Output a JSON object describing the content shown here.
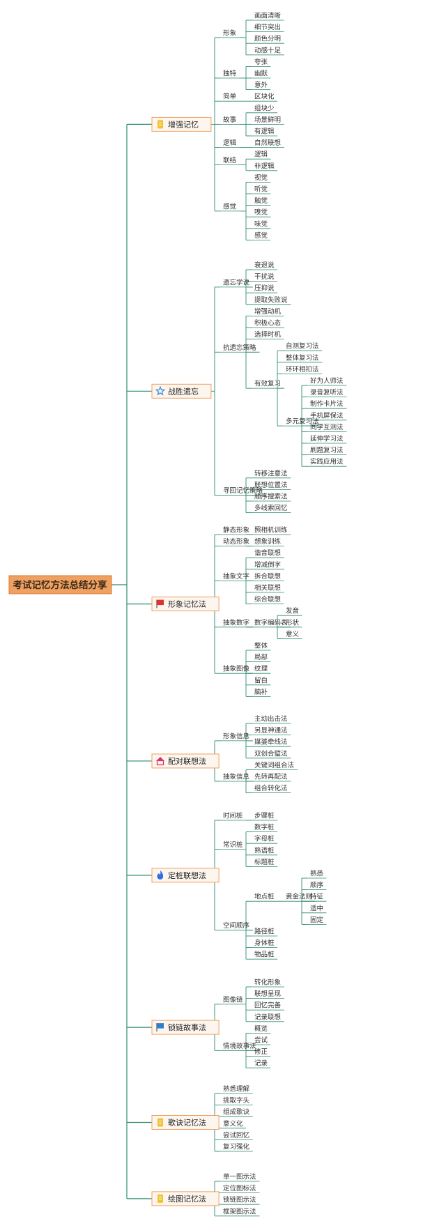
{
  "root": {
    "label": "考试记忆方法总结分享"
  },
  "colors": {
    "line": "#2e8b74",
    "root_fill": "#f0a060",
    "root_border": "#d97a30",
    "branch_fill": "#fdf6ee",
    "branch_border": "#f0a060",
    "text": "#333333"
  },
  "branches": [
    {
      "label": "增强记忆",
      "icon": "pencil-icon",
      "icon_color": "#f2c230",
      "children": [
        {
          "label": "形象",
          "children": [
            {
              "label": "画面清晰"
            },
            {
              "label": "细节突出"
            },
            {
              "label": "颜色分明"
            },
            {
              "label": "动感十足"
            }
          ]
        },
        {
          "label": "独特",
          "children": [
            {
              "label": "夸张"
            },
            {
              "label": "幽默"
            },
            {
              "label": "意外"
            }
          ]
        },
        {
          "label": "简单",
          "children": [
            {
              "label": "区块化"
            }
          ]
        },
        {
          "label": "故事",
          "children": [
            {
              "label": "组块少"
            },
            {
              "label": "场景鲜明"
            },
            {
              "label": "有逻辑"
            }
          ]
        },
        {
          "label": "逻辑",
          "children": [
            {
              "label": "自然联想"
            }
          ]
        },
        {
          "label": "联结",
          "children": [
            {
              "label": "逻辑"
            },
            {
              "label": "非逻辑"
            }
          ]
        },
        {
          "label": "感觉",
          "children": [
            {
              "label": "视觉"
            },
            {
              "label": "听觉"
            },
            {
              "label": "触觉"
            },
            {
              "label": "嗅觉"
            },
            {
              "label": "味觉"
            },
            {
              "label": "感觉"
            }
          ]
        }
      ]
    },
    {
      "label": "战胜遗忘",
      "icon": "star-icon",
      "icon_color": "#3b8fe0",
      "children": [
        {
          "label": "遗忘学说",
          "children": [
            {
              "label": "衰退说"
            },
            {
              "label": "干扰说"
            },
            {
              "label": "压抑说"
            },
            {
              "label": "提取失败说"
            }
          ]
        },
        {
          "label": "抗遗忘策略",
          "children": [
            {
              "label": "增强动机"
            },
            {
              "label": "积极心态"
            },
            {
              "label": "选择时机"
            },
            {
              "label": "有效复习",
              "children": [
                {
                  "label": "自测复习法"
                },
                {
                  "label": "整体复习法"
                },
                {
                  "label": "环环相扣法"
                },
                {
                  "label": "多元复习法",
                  "children": [
                    {
                      "label": "好为人师法"
                    },
                    {
                      "label": "录音复听法"
                    },
                    {
                      "label": "制作卡片法"
                    },
                    {
                      "label": "手机屏保法"
                    },
                    {
                      "label": "同学互测法"
                    },
                    {
                      "label": "延伸学习法"
                    },
                    {
                      "label": "刷题复习法"
                    },
                    {
                      "label": "实践应用法"
                    }
                  ]
                }
              ]
            }
          ]
        },
        {
          "label": "寻回记忆策略",
          "children": [
            {
              "label": "转移注意法"
            },
            {
              "label": "联想位置法"
            },
            {
              "label": "顺序搜索法"
            },
            {
              "label": "多线索回忆"
            }
          ]
        }
      ]
    },
    {
      "label": "形象记忆法",
      "icon": "flag-icon",
      "icon_color": "#e03030",
      "children": [
        {
          "label": "静态形象",
          "children": [
            {
              "label": "照相机训练"
            }
          ]
        },
        {
          "label": "动态形象",
          "children": [
            {
              "label": "想象训练"
            }
          ]
        },
        {
          "label": "抽象文字",
          "children": [
            {
              "label": "谐音联想"
            },
            {
              "label": "增减倒字"
            },
            {
              "label": "拆合联想"
            },
            {
              "label": "相关联想"
            },
            {
              "label": "综合联想"
            }
          ]
        },
        {
          "label": "抽象数字",
          "children": [
            {
              "label": "数字编码表",
              "children": [
                {
                  "label": "发音"
                },
                {
                  "label": "形状"
                },
                {
                  "label": "意义"
                }
              ]
            }
          ]
        },
        {
          "label": "抽象图像",
          "children": [
            {
              "label": "整体"
            },
            {
              "label": "局部"
            },
            {
              "label": "纹理"
            },
            {
              "label": "留白"
            },
            {
              "label": "脑补"
            }
          ]
        }
      ]
    },
    {
      "label": "配对联想法",
      "icon": "house-icon",
      "icon_color": "#e03060",
      "children": [
        {
          "label": "形象信息",
          "children": [
            {
              "label": "主动出击法"
            },
            {
              "label": "另显神通法"
            },
            {
              "label": "媒婆牵线法"
            },
            {
              "label": "双创合璧法"
            }
          ]
        },
        {
          "label": "抽象信息",
          "children": [
            {
              "label": "关键词组合法"
            },
            {
              "label": "先转再配法"
            },
            {
              "label": "组合转化法"
            }
          ]
        }
      ]
    },
    {
      "label": "定桩联想法",
      "icon": "flame-icon",
      "icon_color": "#2f6fe0",
      "children": [
        {
          "label": "时间桩",
          "children": [
            {
              "label": "步骤桩"
            }
          ]
        },
        {
          "label": "常识桩",
          "children": [
            {
              "label": "数字桩"
            },
            {
              "label": "字母桩"
            },
            {
              "label": "熟语桩"
            },
            {
              "label": "标题桩"
            }
          ]
        },
        {
          "label": "空间顺序",
          "children": [
            {
              "label": "地点桩",
              "children": [
                {
                  "label": "黄金法则",
                  "children": [
                    {
                      "label": "熟悉"
                    },
                    {
                      "label": "顺序"
                    },
                    {
                      "label": "特征"
                    },
                    {
                      "label": "适中"
                    },
                    {
                      "label": "固定"
                    }
                  ]
                }
              ]
            },
            {
              "label": "路径桩"
            },
            {
              "label": "身体桩"
            },
            {
              "label": "物品桩"
            }
          ]
        }
      ]
    },
    {
      "label": "锁链故事法",
      "icon": "flag-icon",
      "icon_color": "#2f7fd0",
      "children": [
        {
          "label": "图像链",
          "children": [
            {
              "label": "转化形象"
            },
            {
              "label": "联想呈现"
            },
            {
              "label": "回忆完善"
            },
            {
              "label": "记录联想"
            }
          ]
        },
        {
          "label": "情境故事法",
          "children": [
            {
              "label": "概览"
            },
            {
              "label": "尝试"
            },
            {
              "label": "修正"
            },
            {
              "label": "记录"
            }
          ]
        }
      ]
    },
    {
      "label": "歌诀记忆法",
      "icon": "pencil-icon",
      "icon_color": "#f2c230",
      "children": [
        {
          "label": "熟悉理解"
        },
        {
          "label": "挑取字头"
        },
        {
          "label": "组成歌诀"
        },
        {
          "label": "意义化"
        },
        {
          "label": "尝试回忆"
        },
        {
          "label": "复习强化"
        }
      ]
    },
    {
      "label": "绘图记忆法",
      "icon": "pencil-icon",
      "icon_color": "#f2c230",
      "children": [
        {
          "label": "单一图示法"
        },
        {
          "label": "定位图标法"
        },
        {
          "label": "锁链图示法"
        },
        {
          "label": "框架图示法"
        }
      ]
    }
  ]
}
